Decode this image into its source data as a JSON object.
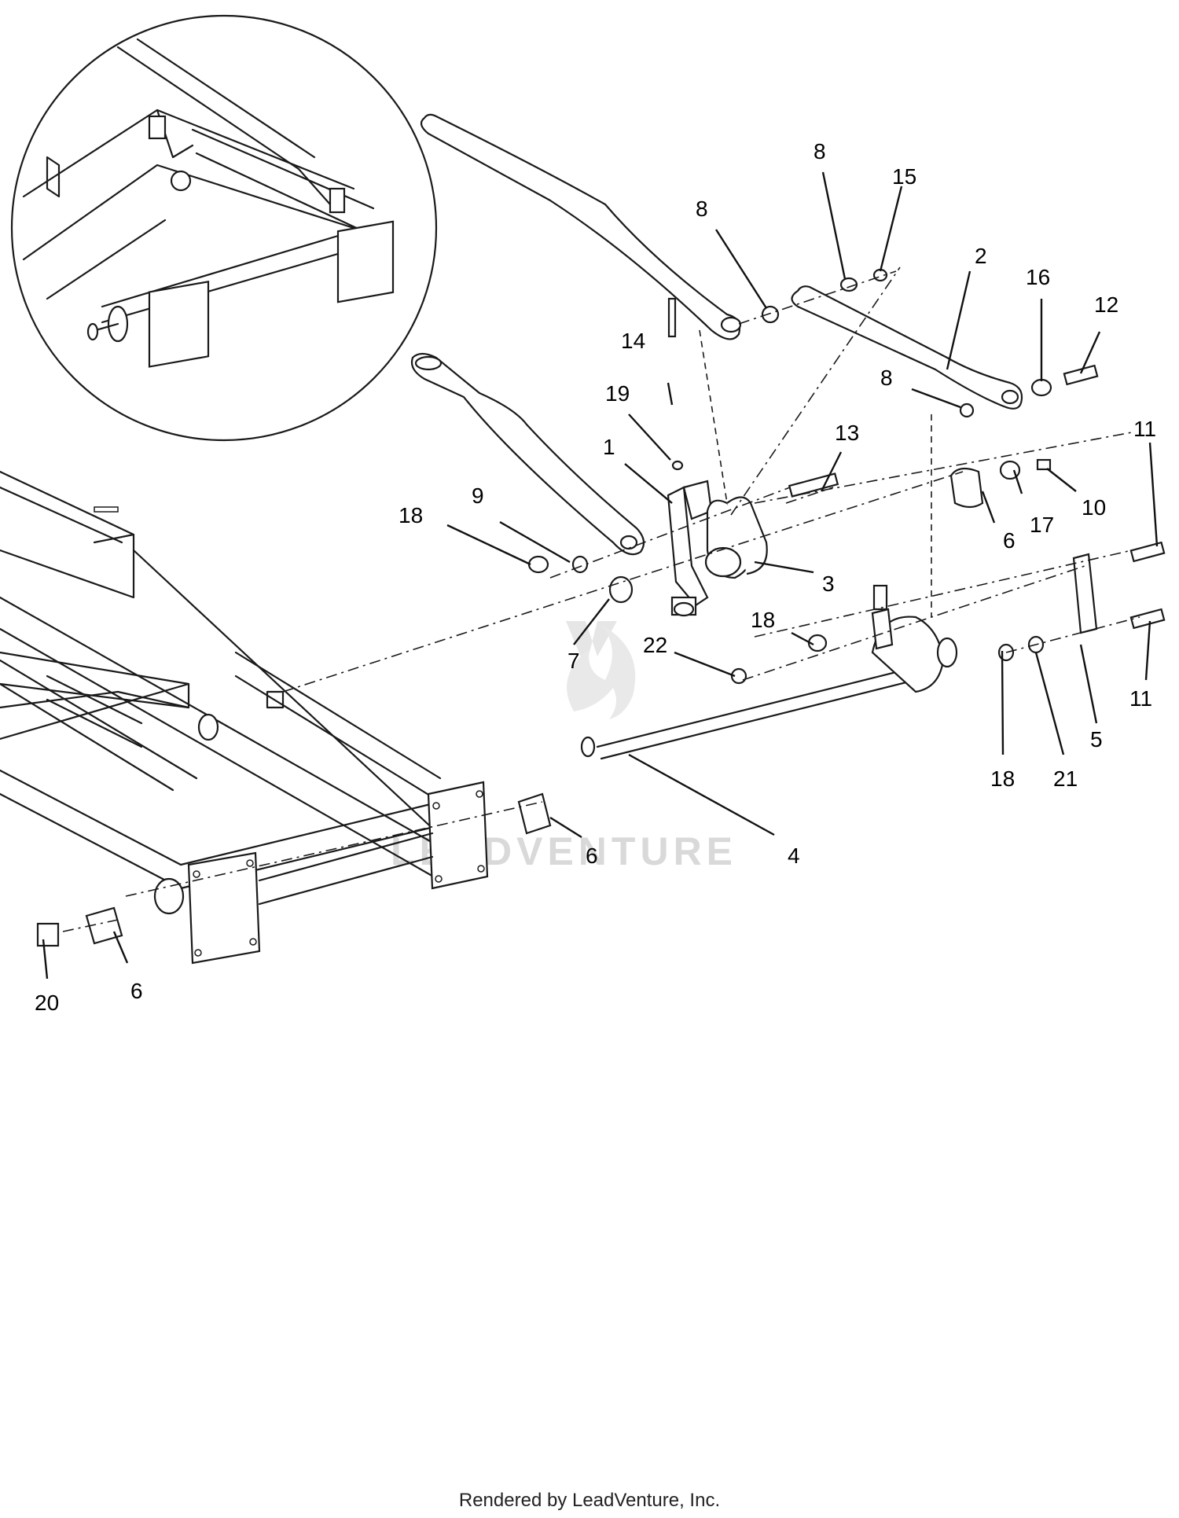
{
  "diagram": {
    "callouts": [
      {
        "label": "1"
      },
      {
        "label": "2"
      },
      {
        "label": "3"
      },
      {
        "label": "4"
      },
      {
        "label": "5"
      },
      {
        "label": "6"
      },
      {
        "label": "6"
      },
      {
        "label": "6"
      },
      {
        "label": "7"
      },
      {
        "label": "8"
      },
      {
        "label": "8"
      },
      {
        "label": "8"
      },
      {
        "label": "9"
      },
      {
        "label": "10"
      },
      {
        "label": "11"
      },
      {
        "label": "11"
      },
      {
        "label": "12"
      },
      {
        "label": "13"
      },
      {
        "label": "14"
      },
      {
        "label": "15"
      },
      {
        "label": "16"
      },
      {
        "label": "17"
      },
      {
        "label": "18"
      },
      {
        "label": "18"
      },
      {
        "label": "18"
      },
      {
        "label": "19"
      },
      {
        "label": "20"
      },
      {
        "label": "21"
      },
      {
        "label": "22"
      }
    ],
    "watermark": "LEADVENTURE"
  },
  "footer": {
    "credit": "Rendered by LeadVenture, Inc."
  }
}
